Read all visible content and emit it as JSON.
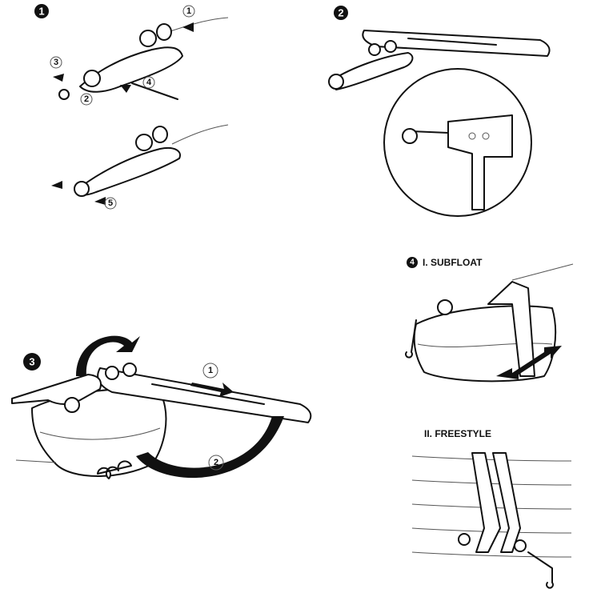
{
  "steps": {
    "step1": {
      "badge": "1",
      "callouts": [
        "1",
        "3",
        "2",
        "4",
        "5"
      ]
    },
    "step2": {
      "badge": "2"
    },
    "step3": {
      "badge": "3",
      "callouts": [
        "1",
        "2"
      ]
    },
    "step4": {
      "badge": "4",
      "title": "I. SUBFLOAT",
      "subtitle": "II. FREESTYLE"
    }
  },
  "colors": {
    "ink": "#111111",
    "paper": "#ffffff"
  }
}
